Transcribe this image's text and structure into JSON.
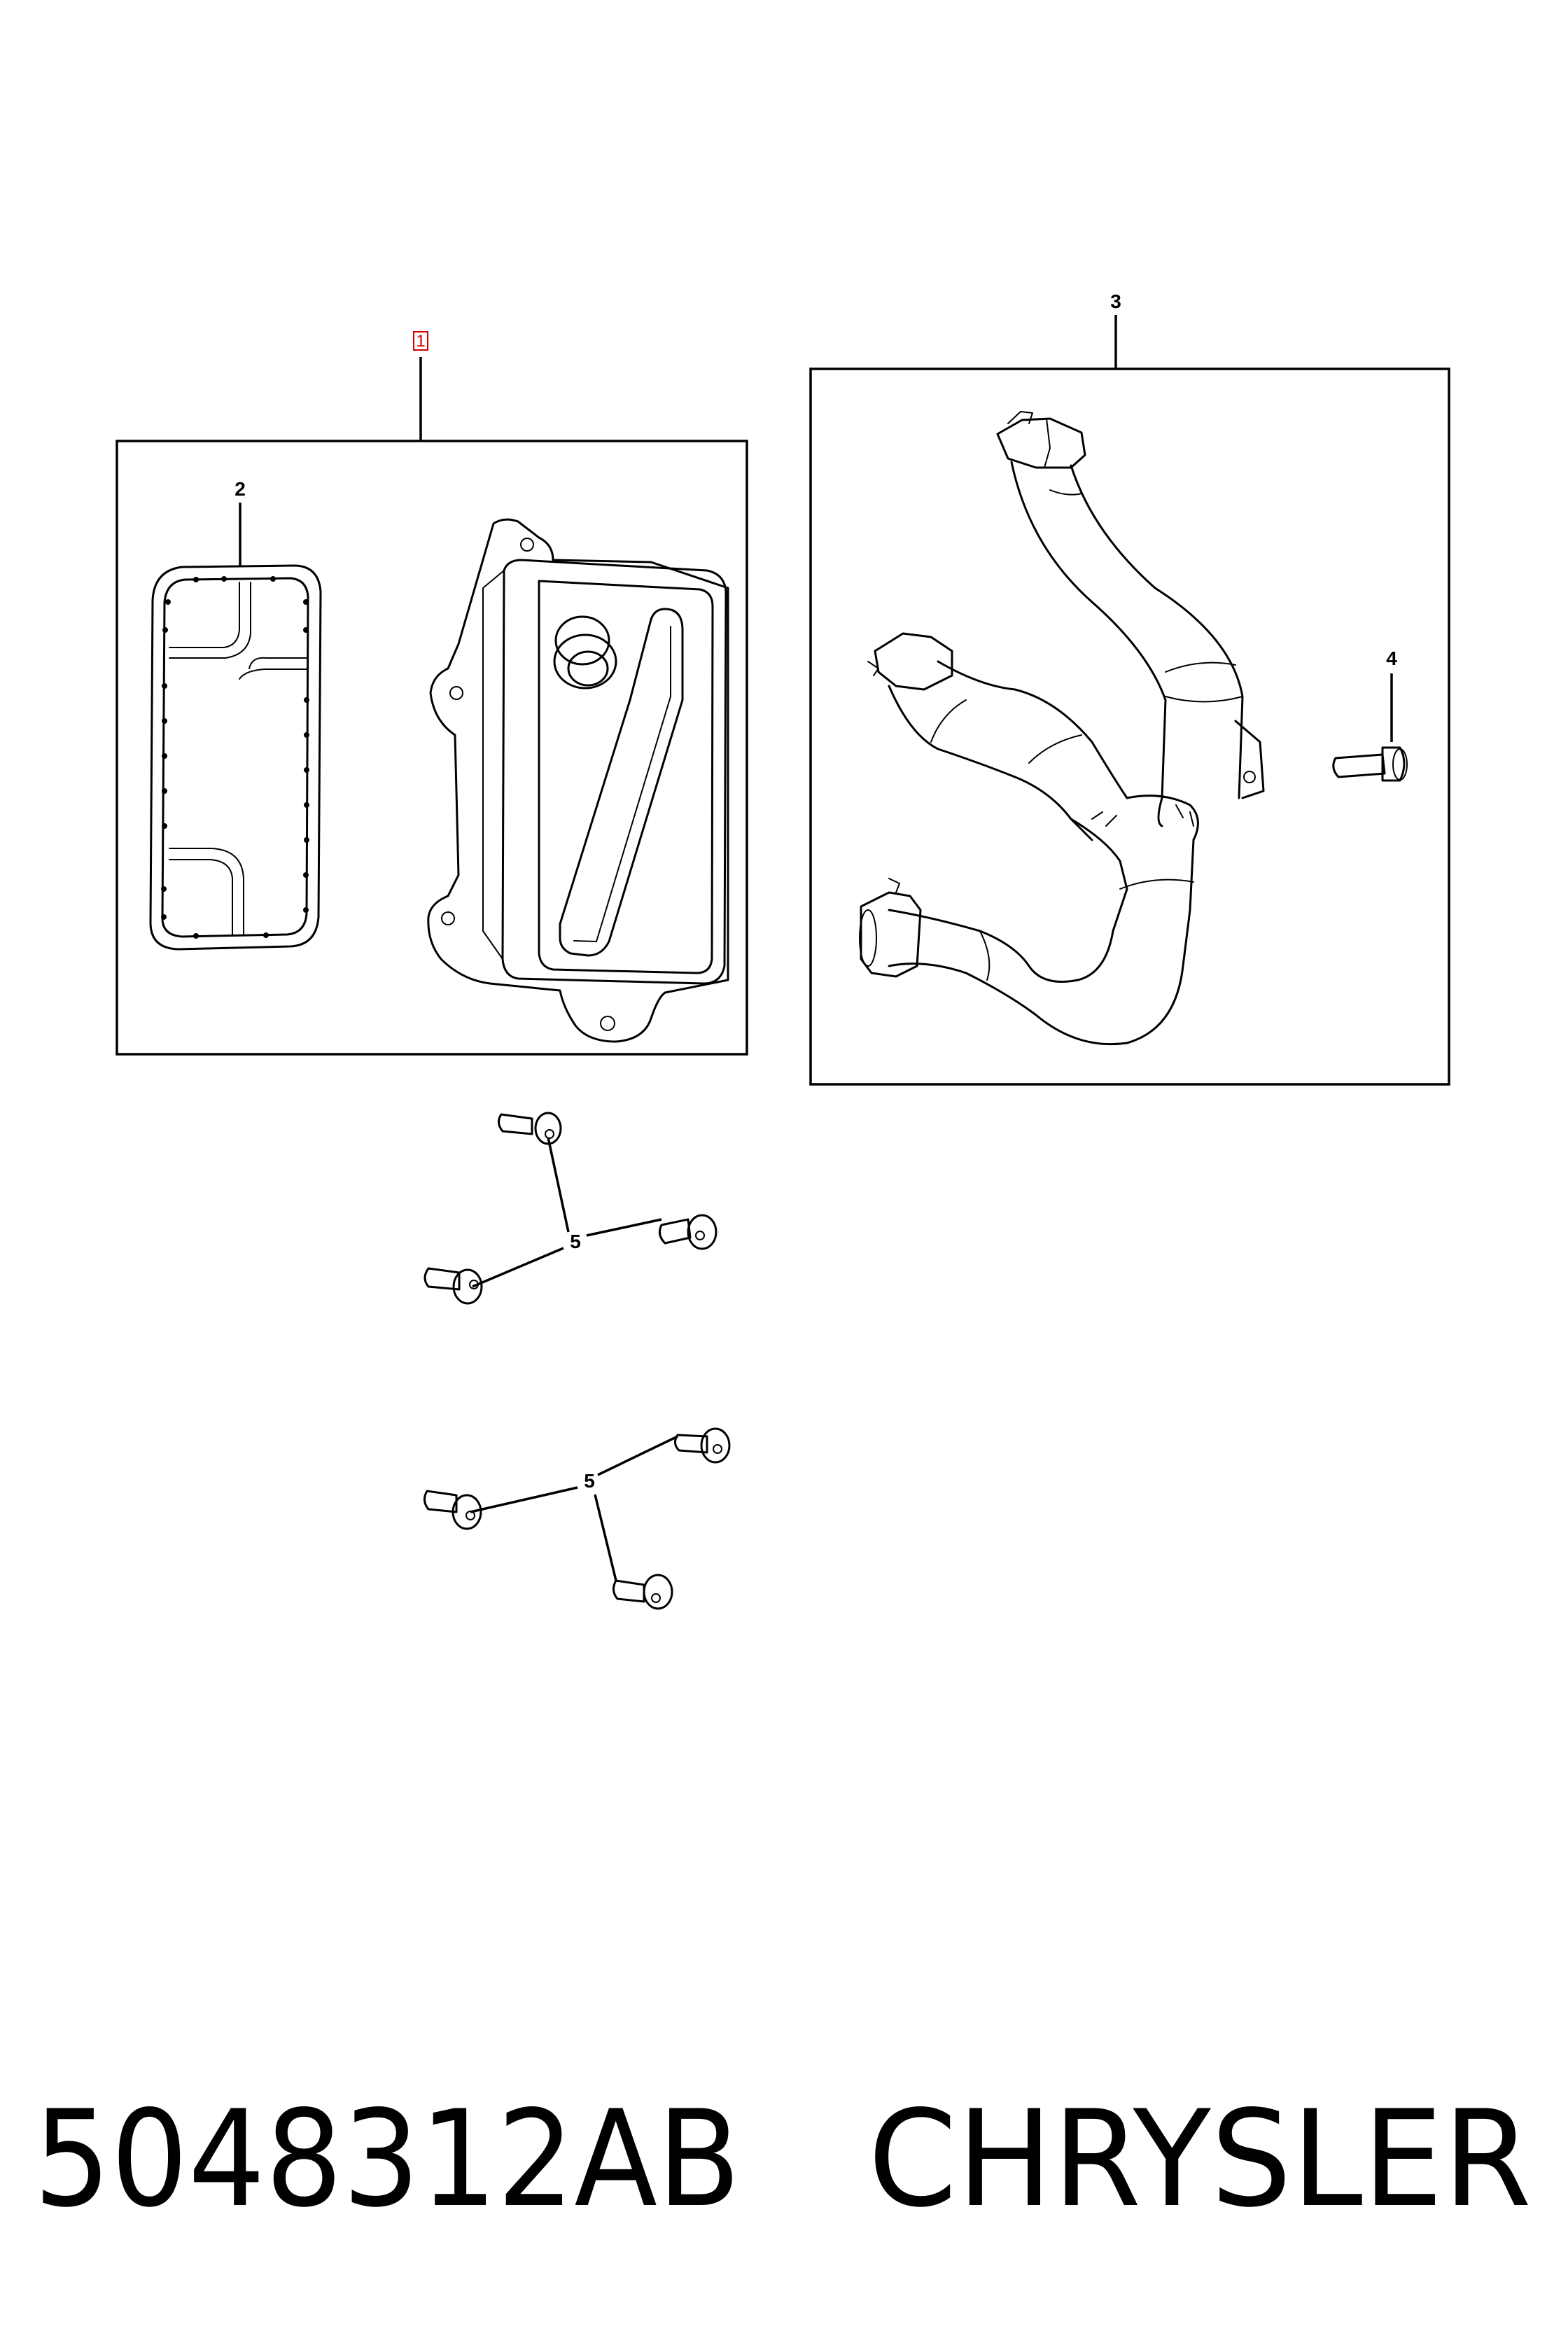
{
  "callouts": {
    "kit": "1",
    "gasket": "2",
    "hose_assembly": "3",
    "hose_bolt": "4",
    "upper_bolts": "5",
    "lower_bolts": "5"
  },
  "footer": {
    "part_number": "5048312AB",
    "brand": "CHRYSLER"
  },
  "colors": {
    "line": "#000000",
    "kit_callout": "#d00000",
    "background": "#ffffff"
  }
}
